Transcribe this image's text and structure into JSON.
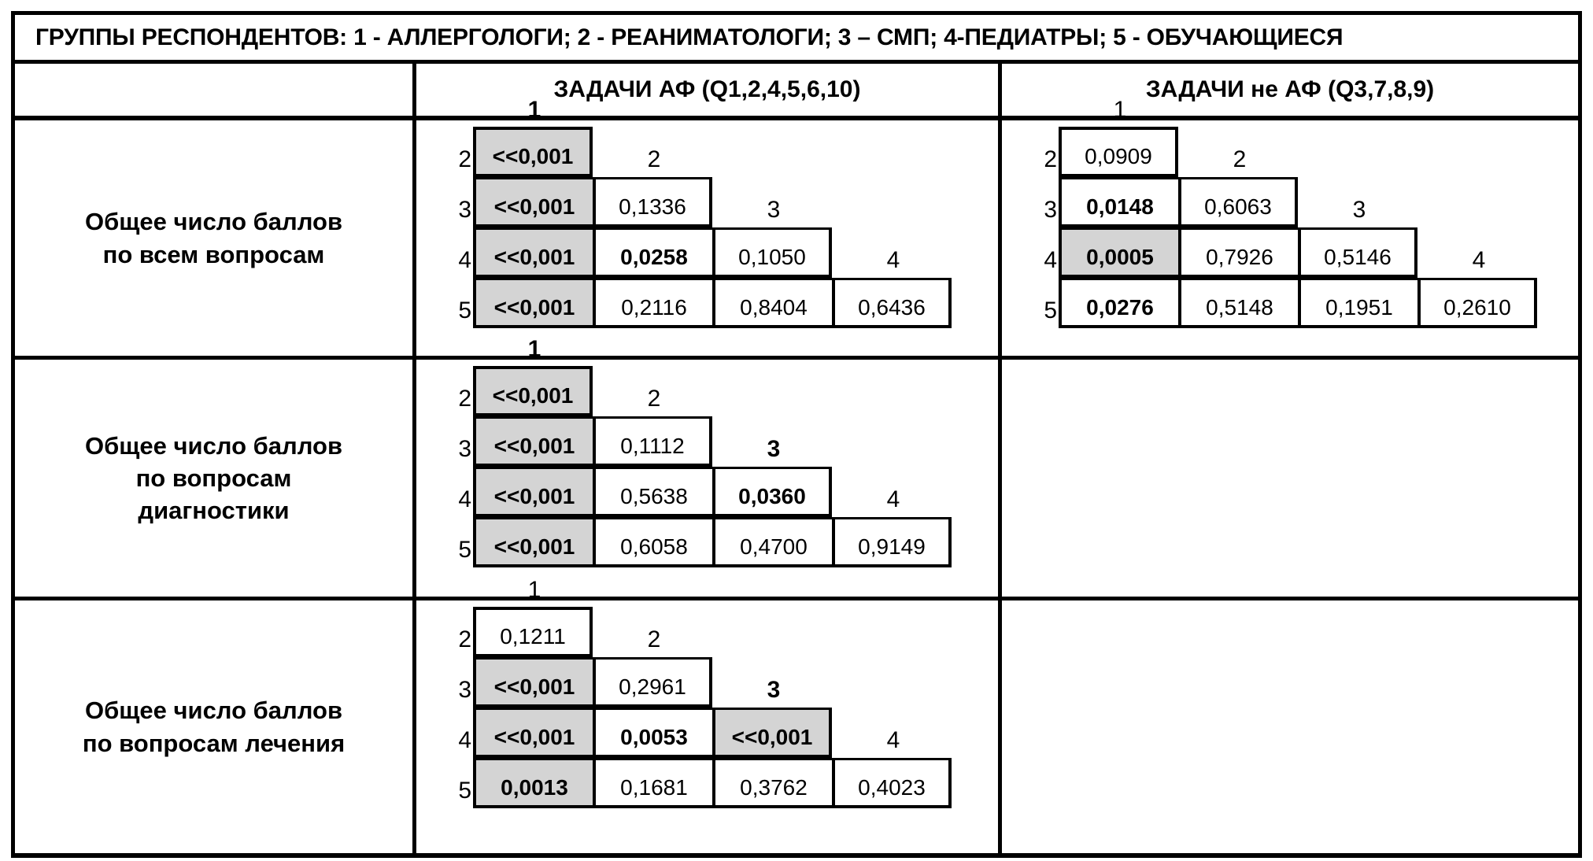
{
  "title": "ГРУППЫ РЕСПОНДЕНТОВ: 1 - АЛЛЕРГОЛОГИ; 2 - РЕАНИМАТОЛОГИ; 3 – СМП; 4-ПЕДИАТРЫ; 5 - ОБУЧАЮЩИЕСЯ",
  "headers": {
    "label_col": "",
    "af": "ЗАДАЧИ АФ (Q1,2,4,5,6,10)",
    "not_af": "ЗАДАЧИ не АФ (Q3,7,8,9)"
  },
  "row_numbers": [
    "2",
    "3",
    "4",
    "5"
  ],
  "col_numbers": [
    "1",
    "2",
    "3",
    "4"
  ],
  "colors": {
    "shaded_cell": "#d4d4d4",
    "border": "#000000",
    "background": "#ffffff"
  },
  "chart_data": {
    "type": "table",
    "title": "ГРУППЫ РЕСПОНДЕНТОВ: 1 - АЛЛЕРГОЛОГИ; 2 - РЕАНИМАТОЛОГИ; 3 – СМП; 4-ПЕДИАТРЫ; 5 - ОБУЧАЮЩИЕСЯ",
    "description": "Pairwise p-value comparison matrices (lower-triangular) between 5 respondent groups",
    "groups": [
      "1 - АЛЛЕРГОЛОГИ",
      "2 - РЕАНИМАТОЛОГИ",
      "3 – СМП",
      "4-ПЕДИАТРЫ",
      "5 - ОБУЧАЮЩИЕСЯ"
    ],
    "columns": [
      "ЗАДАЧИ АФ (Q1,2,4,5,6,10)",
      "ЗАДАЧИ не АФ (Q3,7,8,9)"
    ],
    "rows": [
      "Общее число баллов по всем вопросам",
      "Общее число баллов по вопросам диагностики",
      "Общее число баллов по вопросам лечения"
    ]
  },
  "blocks": [
    {
      "label": "Общее число баллов\nпо всем вопросам",
      "label_lines": [
        "Общее число баллов",
        "по всем вопросам"
      ],
      "af": [
        [
          {
            "v": "<<0,001",
            "bold": true,
            "shaded": true
          }
        ],
        [
          {
            "v": "<<0,001",
            "bold": true,
            "shaded": true
          },
          {
            "v": "0,1336",
            "bold": false,
            "shaded": false
          }
        ],
        [
          {
            "v": "<<0,001",
            "bold": true,
            "shaded": true
          },
          {
            "v": "0,0258",
            "bold": true,
            "shaded": false
          },
          {
            "v": "0,1050",
            "bold": false,
            "shaded": false
          }
        ],
        [
          {
            "v": "<<0,001",
            "bold": true,
            "shaded": true
          },
          {
            "v": "0,2116",
            "bold": false,
            "shaded": false
          },
          {
            "v": "0,8404",
            "bold": false,
            "shaded": false
          },
          {
            "v": "0,6436",
            "bold": false,
            "shaded": false
          }
        ]
      ],
      "not_af": [
        [
          {
            "v": "0,0909",
            "bold": false,
            "shaded": false
          }
        ],
        [
          {
            "v": "0,0148",
            "bold": true,
            "shaded": false
          },
          {
            "v": "0,6063",
            "bold": false,
            "shaded": false
          }
        ],
        [
          {
            "v": "0,0005",
            "bold": true,
            "shaded": true
          },
          {
            "v": "0,7926",
            "bold": false,
            "shaded": false
          },
          {
            "v": "0,5146",
            "bold": false,
            "shaded": false
          }
        ],
        [
          {
            "v": "0,0276",
            "bold": true,
            "shaded": false
          },
          {
            "v": "0,5148",
            "bold": false,
            "shaded": false
          },
          {
            "v": "0,1951",
            "bold": false,
            "shaded": false
          },
          {
            "v": "0,2610",
            "bold": false,
            "shaded": false
          }
        ]
      ]
    },
    {
      "label": "Общее число баллов\nпо вопросам\nдиагностики",
      "label_lines": [
        "Общее число баллов",
        "по вопросам",
        "диагностики"
      ],
      "af": [
        [
          {
            "v": "<<0,001",
            "bold": true,
            "shaded": true
          }
        ],
        [
          {
            "v": "<<0,001",
            "bold": true,
            "shaded": true
          },
          {
            "v": "0,1112",
            "bold": false,
            "shaded": false
          }
        ],
        [
          {
            "v": "<<0,001",
            "bold": true,
            "shaded": true
          },
          {
            "v": "0,5638",
            "bold": false,
            "shaded": false
          },
          {
            "v": "0,0360",
            "bold": true,
            "shaded": false
          }
        ],
        [
          {
            "v": "<<0,001",
            "bold": true,
            "shaded": true
          },
          {
            "v": "0,6058",
            "bold": false,
            "shaded": false
          },
          {
            "v": "0,4700",
            "bold": false,
            "shaded": false
          },
          {
            "v": "0,9149",
            "bold": false,
            "shaded": false
          }
        ]
      ],
      "not_af": []
    },
    {
      "label": "Общее число баллов\nпо вопросам лечения",
      "label_lines": [
        "Общее число баллов",
        "по вопросам лечения"
      ],
      "af": [
        [
          {
            "v": "0,1211",
            "bold": false,
            "shaded": false
          }
        ],
        [
          {
            "v": "<<0,001",
            "bold": true,
            "shaded": true
          },
          {
            "v": "0,2961",
            "bold": false,
            "shaded": false
          }
        ],
        [
          {
            "v": "<<0,001",
            "bold": true,
            "shaded": true
          },
          {
            "v": "0,0053",
            "bold": true,
            "shaded": false
          },
          {
            "v": "<<0,001",
            "bold": true,
            "shaded": true
          }
        ],
        [
          {
            "v": "0,0013",
            "bold": true,
            "shaded": true
          },
          {
            "v": "0,1681",
            "bold": false,
            "shaded": false
          },
          {
            "v": "0,3762",
            "bold": false,
            "shaded": false
          },
          {
            "v": "0,4023",
            "bold": false,
            "shaded": false
          }
        ]
      ],
      "not_af": []
    }
  ]
}
